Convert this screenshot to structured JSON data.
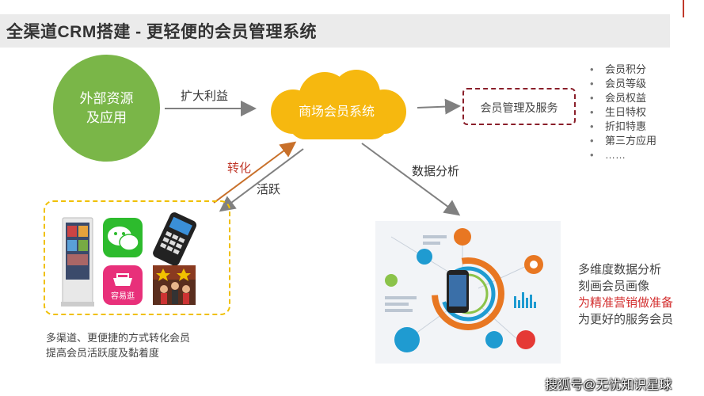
{
  "title": "全渠道CRM搭建 - 更轻便的会员管理系统",
  "source_node": {
    "line1": "外部资源",
    "line2": "及应用"
  },
  "center_node": {
    "label": "商场会员系统"
  },
  "target_node": {
    "label": "会员管理及服务"
  },
  "arrow_labels": {
    "expand": "扩大利益",
    "convert": "转化",
    "active": "活跃",
    "analysis": "数据分析"
  },
  "features": [
    "会员积分",
    "会员等级",
    "会员权益",
    "生日特权",
    "折扣特惠",
    "第三方应用",
    "……"
  ],
  "channels": {
    "icons": [
      "kiosk-icon",
      "wechat-icon",
      "pos-terminal-icon",
      "yixinguang-app-icon",
      "group-celebration-icon"
    ],
    "app_name": "容易逛",
    "caption_line1": "多渠道、更便捷的方式转化会员",
    "caption_line2": "提高会员活跃度及黏着度"
  },
  "analysis": {
    "line1": "多维度数据分析",
    "line2": "刻画会员画像",
    "line3": "为精准营销做准备",
    "line4": "为更好的服务会员"
  },
  "watermark": "搜狐号@无忧知识星球",
  "colors": {
    "green": "#7ab648",
    "cloud": "#f6b80f",
    "dashed_box": "#8a1f2a",
    "channels_border": "#f0c000",
    "convert_arrow": "#c8702a",
    "highlight_red": "#d32f2f"
  }
}
